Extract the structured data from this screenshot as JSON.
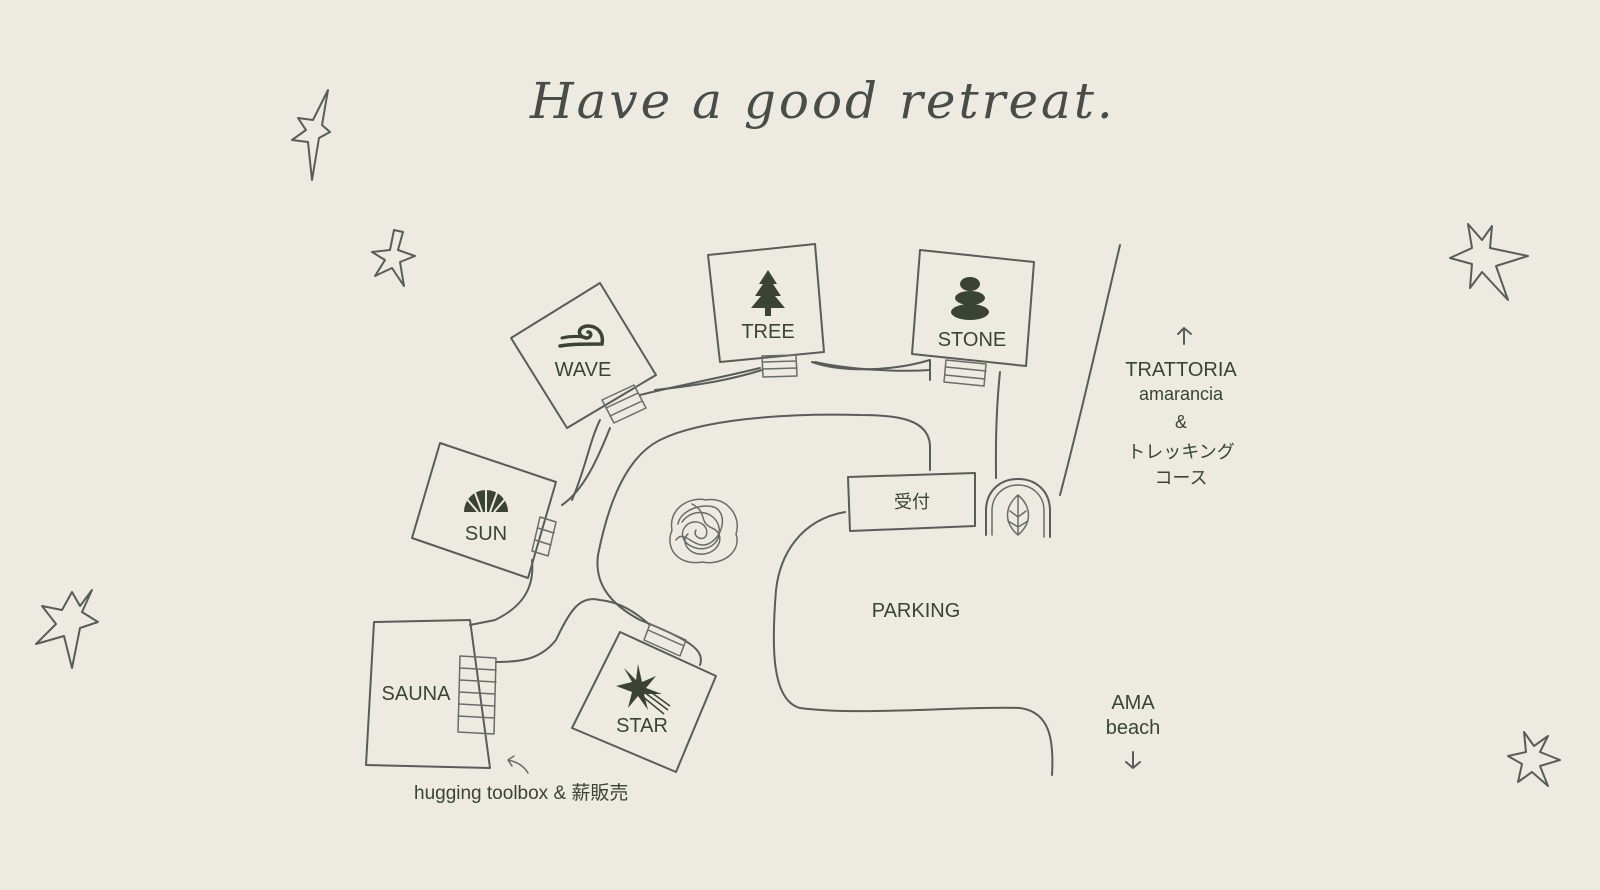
{
  "title": "Have a good retreat.",
  "cabins": {
    "wave": "WAVE",
    "tree": "TREE",
    "stone": "STONE",
    "sun": "SUN",
    "sauna": "SAUNA",
    "star": "STAR"
  },
  "reception": "受付",
  "parking": "PARKING",
  "trattoria": {
    "line1": "TRATTORIA",
    "line2": "amarancia",
    "line3": "&",
    "line4": "トレッキング",
    "line5": "コース"
  },
  "beach": {
    "line1": "AMA",
    "line2": "beach"
  },
  "toolbox": "hugging toolbox & 薪販売",
  "icons": {
    "wave": "wave-icon",
    "tree": "tree-icon",
    "stone": "stone-icon",
    "sun": "sun-icon",
    "star": "star-icon",
    "arch": "arch-gate-icon",
    "bush": "bush-icon"
  },
  "colors": {
    "background": "#edeae1",
    "ink": "#3a4336",
    "pencil": "#5a5d56"
  }
}
